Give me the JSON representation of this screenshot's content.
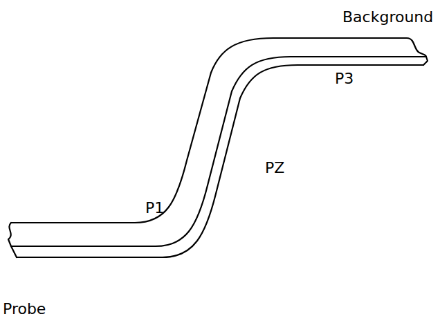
{
  "diagram": {
    "labels": [
      "Background",
      "P3",
      "PZ",
      "P1",
      "Probe"
    ]
  }
}
